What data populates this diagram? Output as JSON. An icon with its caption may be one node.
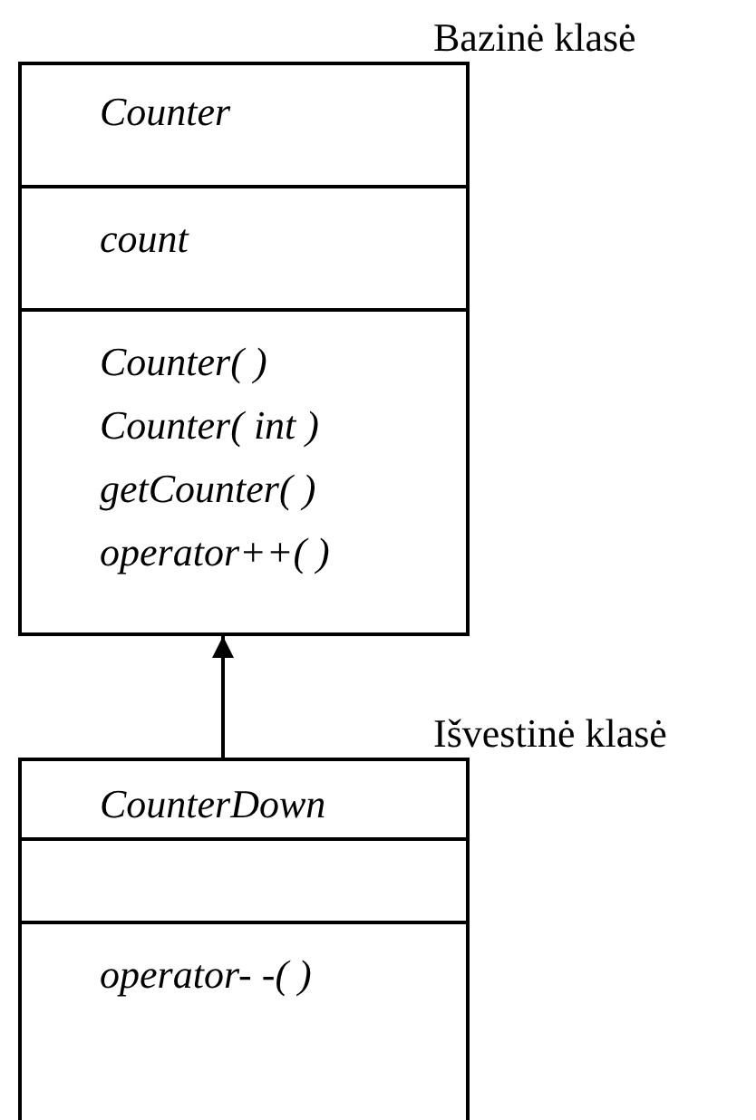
{
  "diagram": {
    "nodes": [
      {
        "text": [],
        "shape": "box",
        "beside": [
          "Bazinė klasė"
        ]
      },
      {
        "text": [
          "Counter"
        ],
        "in": 0
      },
      {
        "text": [
          "count"
        ],
        "in": 0
      },
      {
        "text": [
          "Counter( )",
          "Counter( int )",
          "getCounter( )",
          "operator++( )"
        ],
        "in": 0
      },
      {
        "text": [],
        "shape": "box",
        "beside": [
          "Išvestinė klasė"
        ]
      },
      {
        "text": [
          "CounterDown"
        ],
        "in": 4
      },
      {
        "text": [],
        "shape": "box",
        "in": 4
      },
      {
        "text": [
          "operator- -( )"
        ],
        "in": 4
      }
    ],
    "edges": [
      {
        "from": 4,
        "to": 0,
        "arrow": "to"
      }
    ]
  }
}
